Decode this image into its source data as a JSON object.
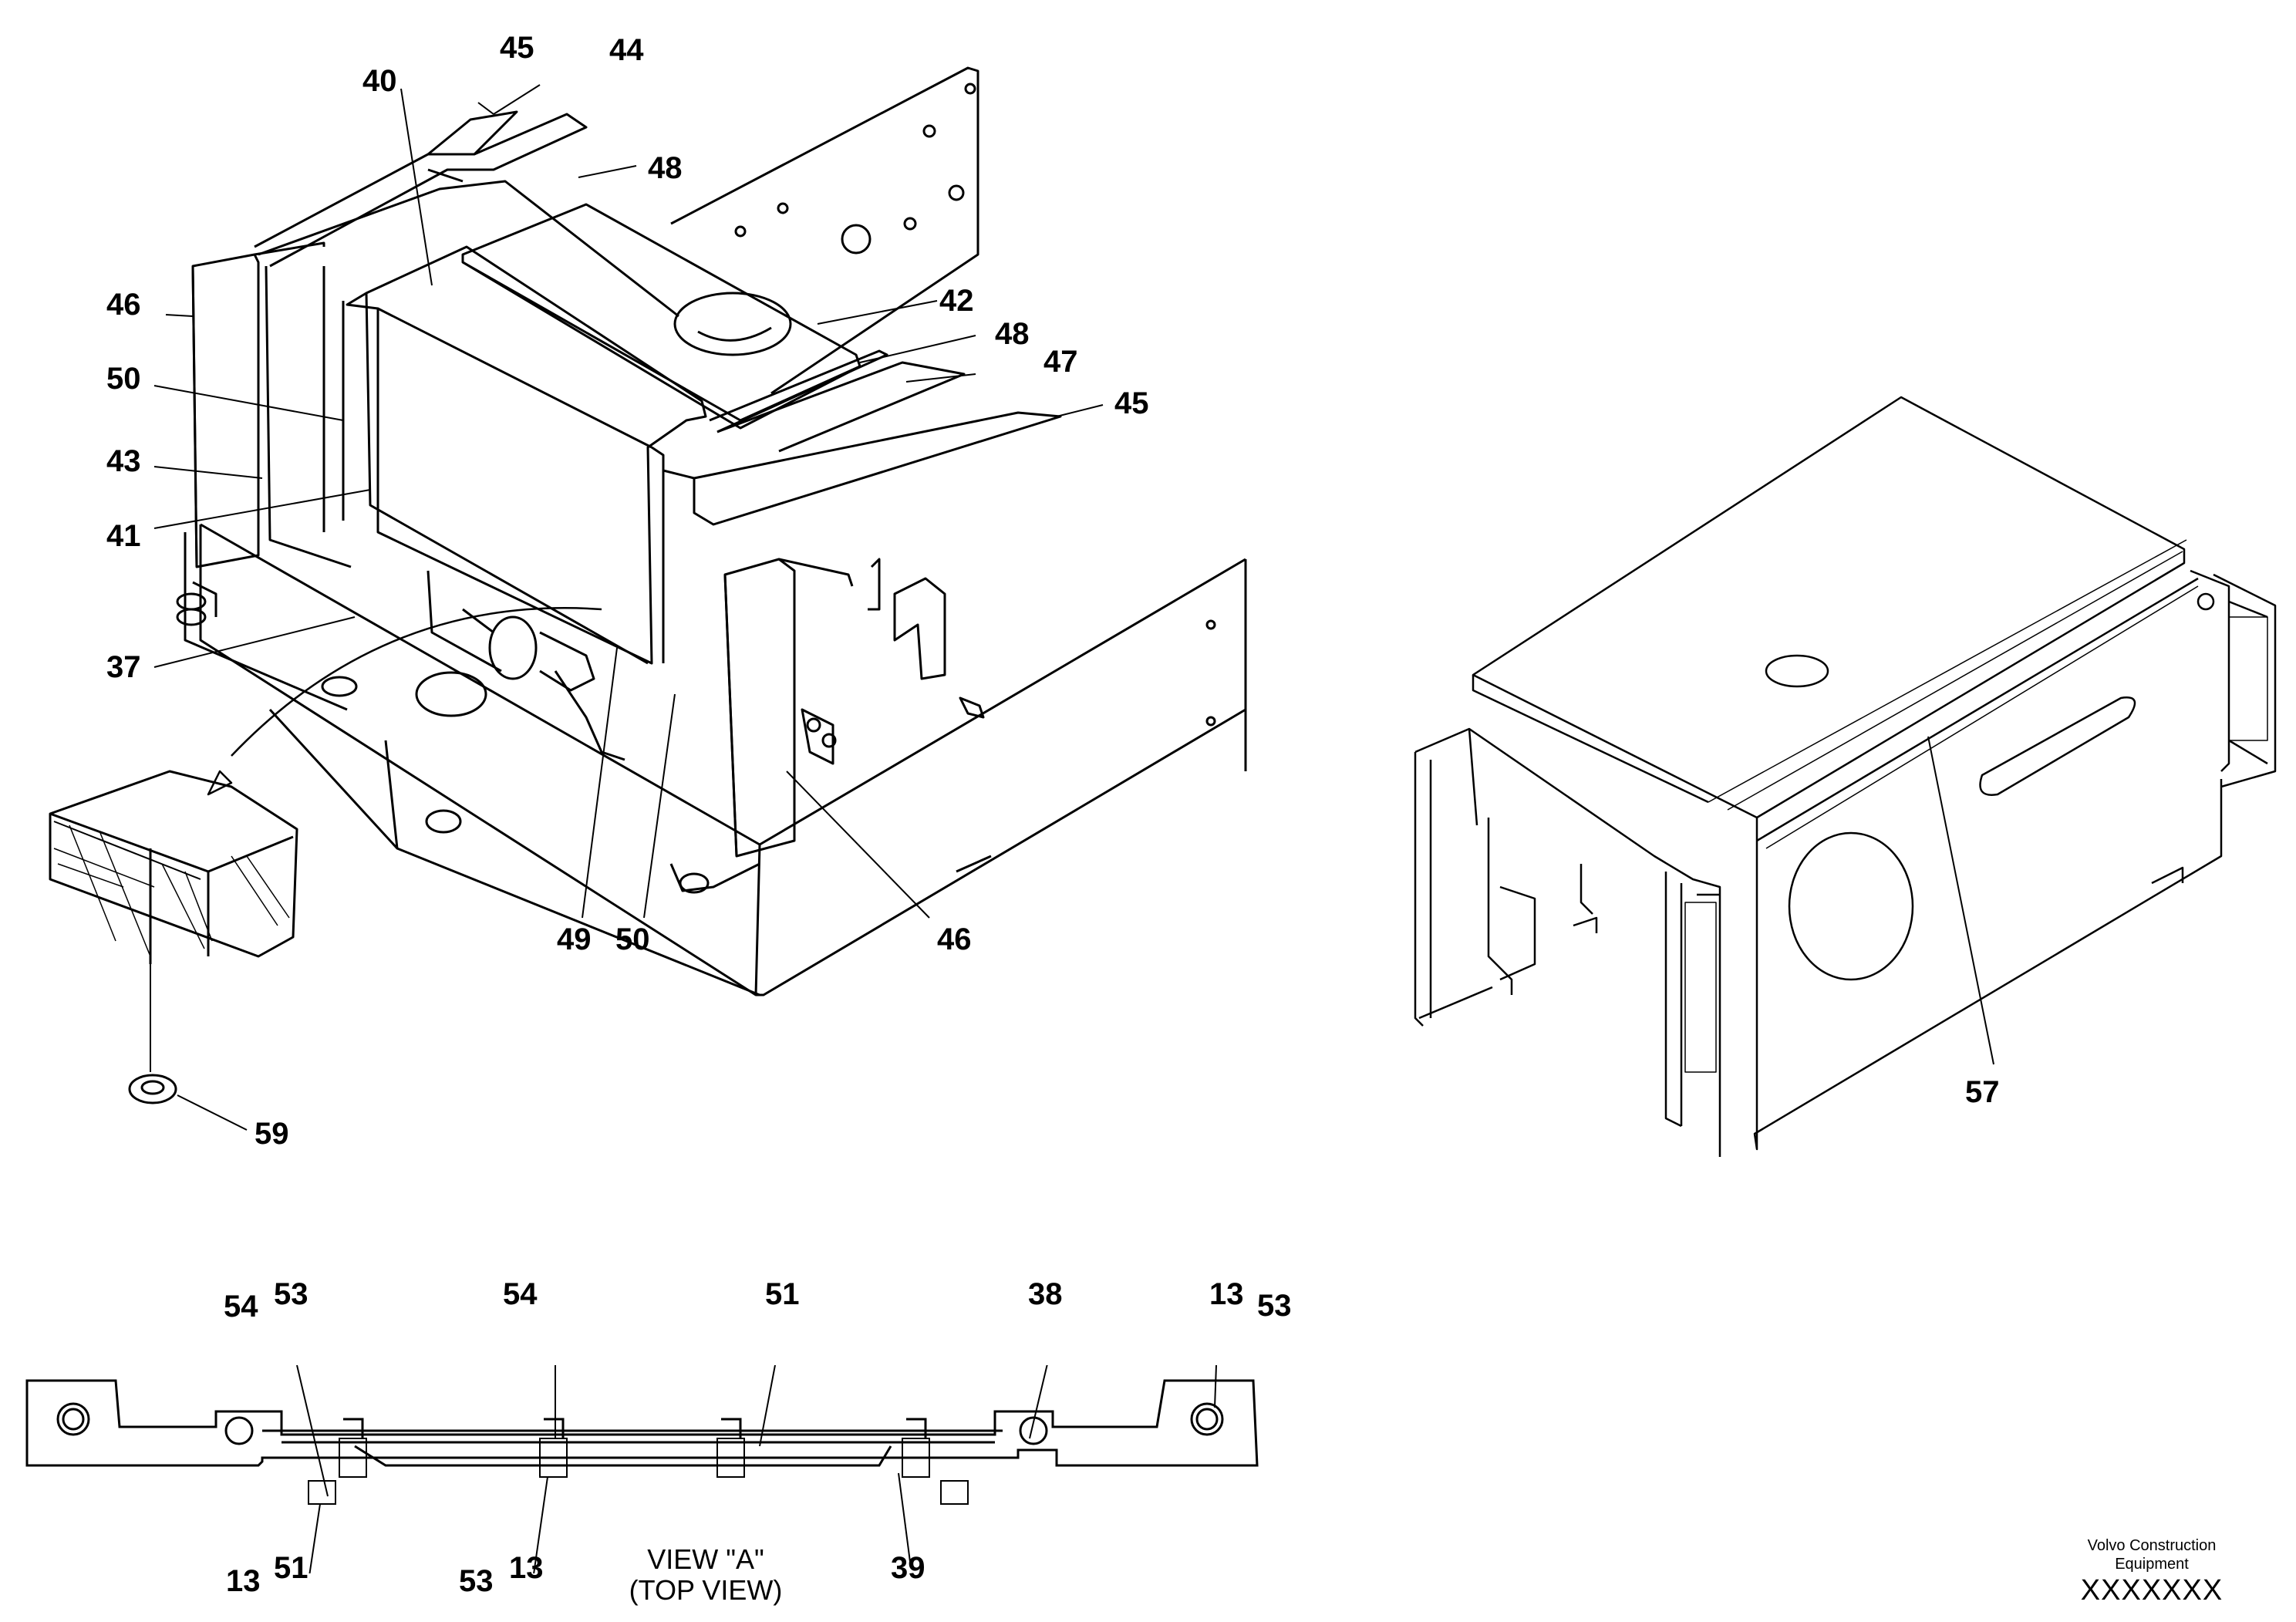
{
  "callouts": {
    "c44": "44",
    "c45a": "45",
    "c40": "40",
    "c48a": "48",
    "c46a": "46",
    "c42": "42",
    "c48b": "48",
    "c47": "47",
    "c45b": "45",
    "c50a": "50",
    "c43": "43",
    "c41": "41",
    "c37": "37",
    "c49": "49",
    "c50b": "50",
    "c46b": "46",
    "c59": "59",
    "c57": "57"
  },
  "view_a": {
    "title_line1": "VIEW \"A\"",
    "title_line2": "(TOP VIEW)",
    "callouts": {
      "t54a": "54",
      "t53a": "53",
      "t54b": "54",
      "t51a": "51",
      "t38": "38",
      "t13a": "13",
      "t53b": "53",
      "b13a": "13",
      "b51": "51",
      "b53": "53",
      "b13b": "13",
      "b39": "39"
    }
  },
  "stamp": {
    "line1": "Volvo Construction",
    "line2": "Equipment",
    "code": "XXXXXXX"
  }
}
